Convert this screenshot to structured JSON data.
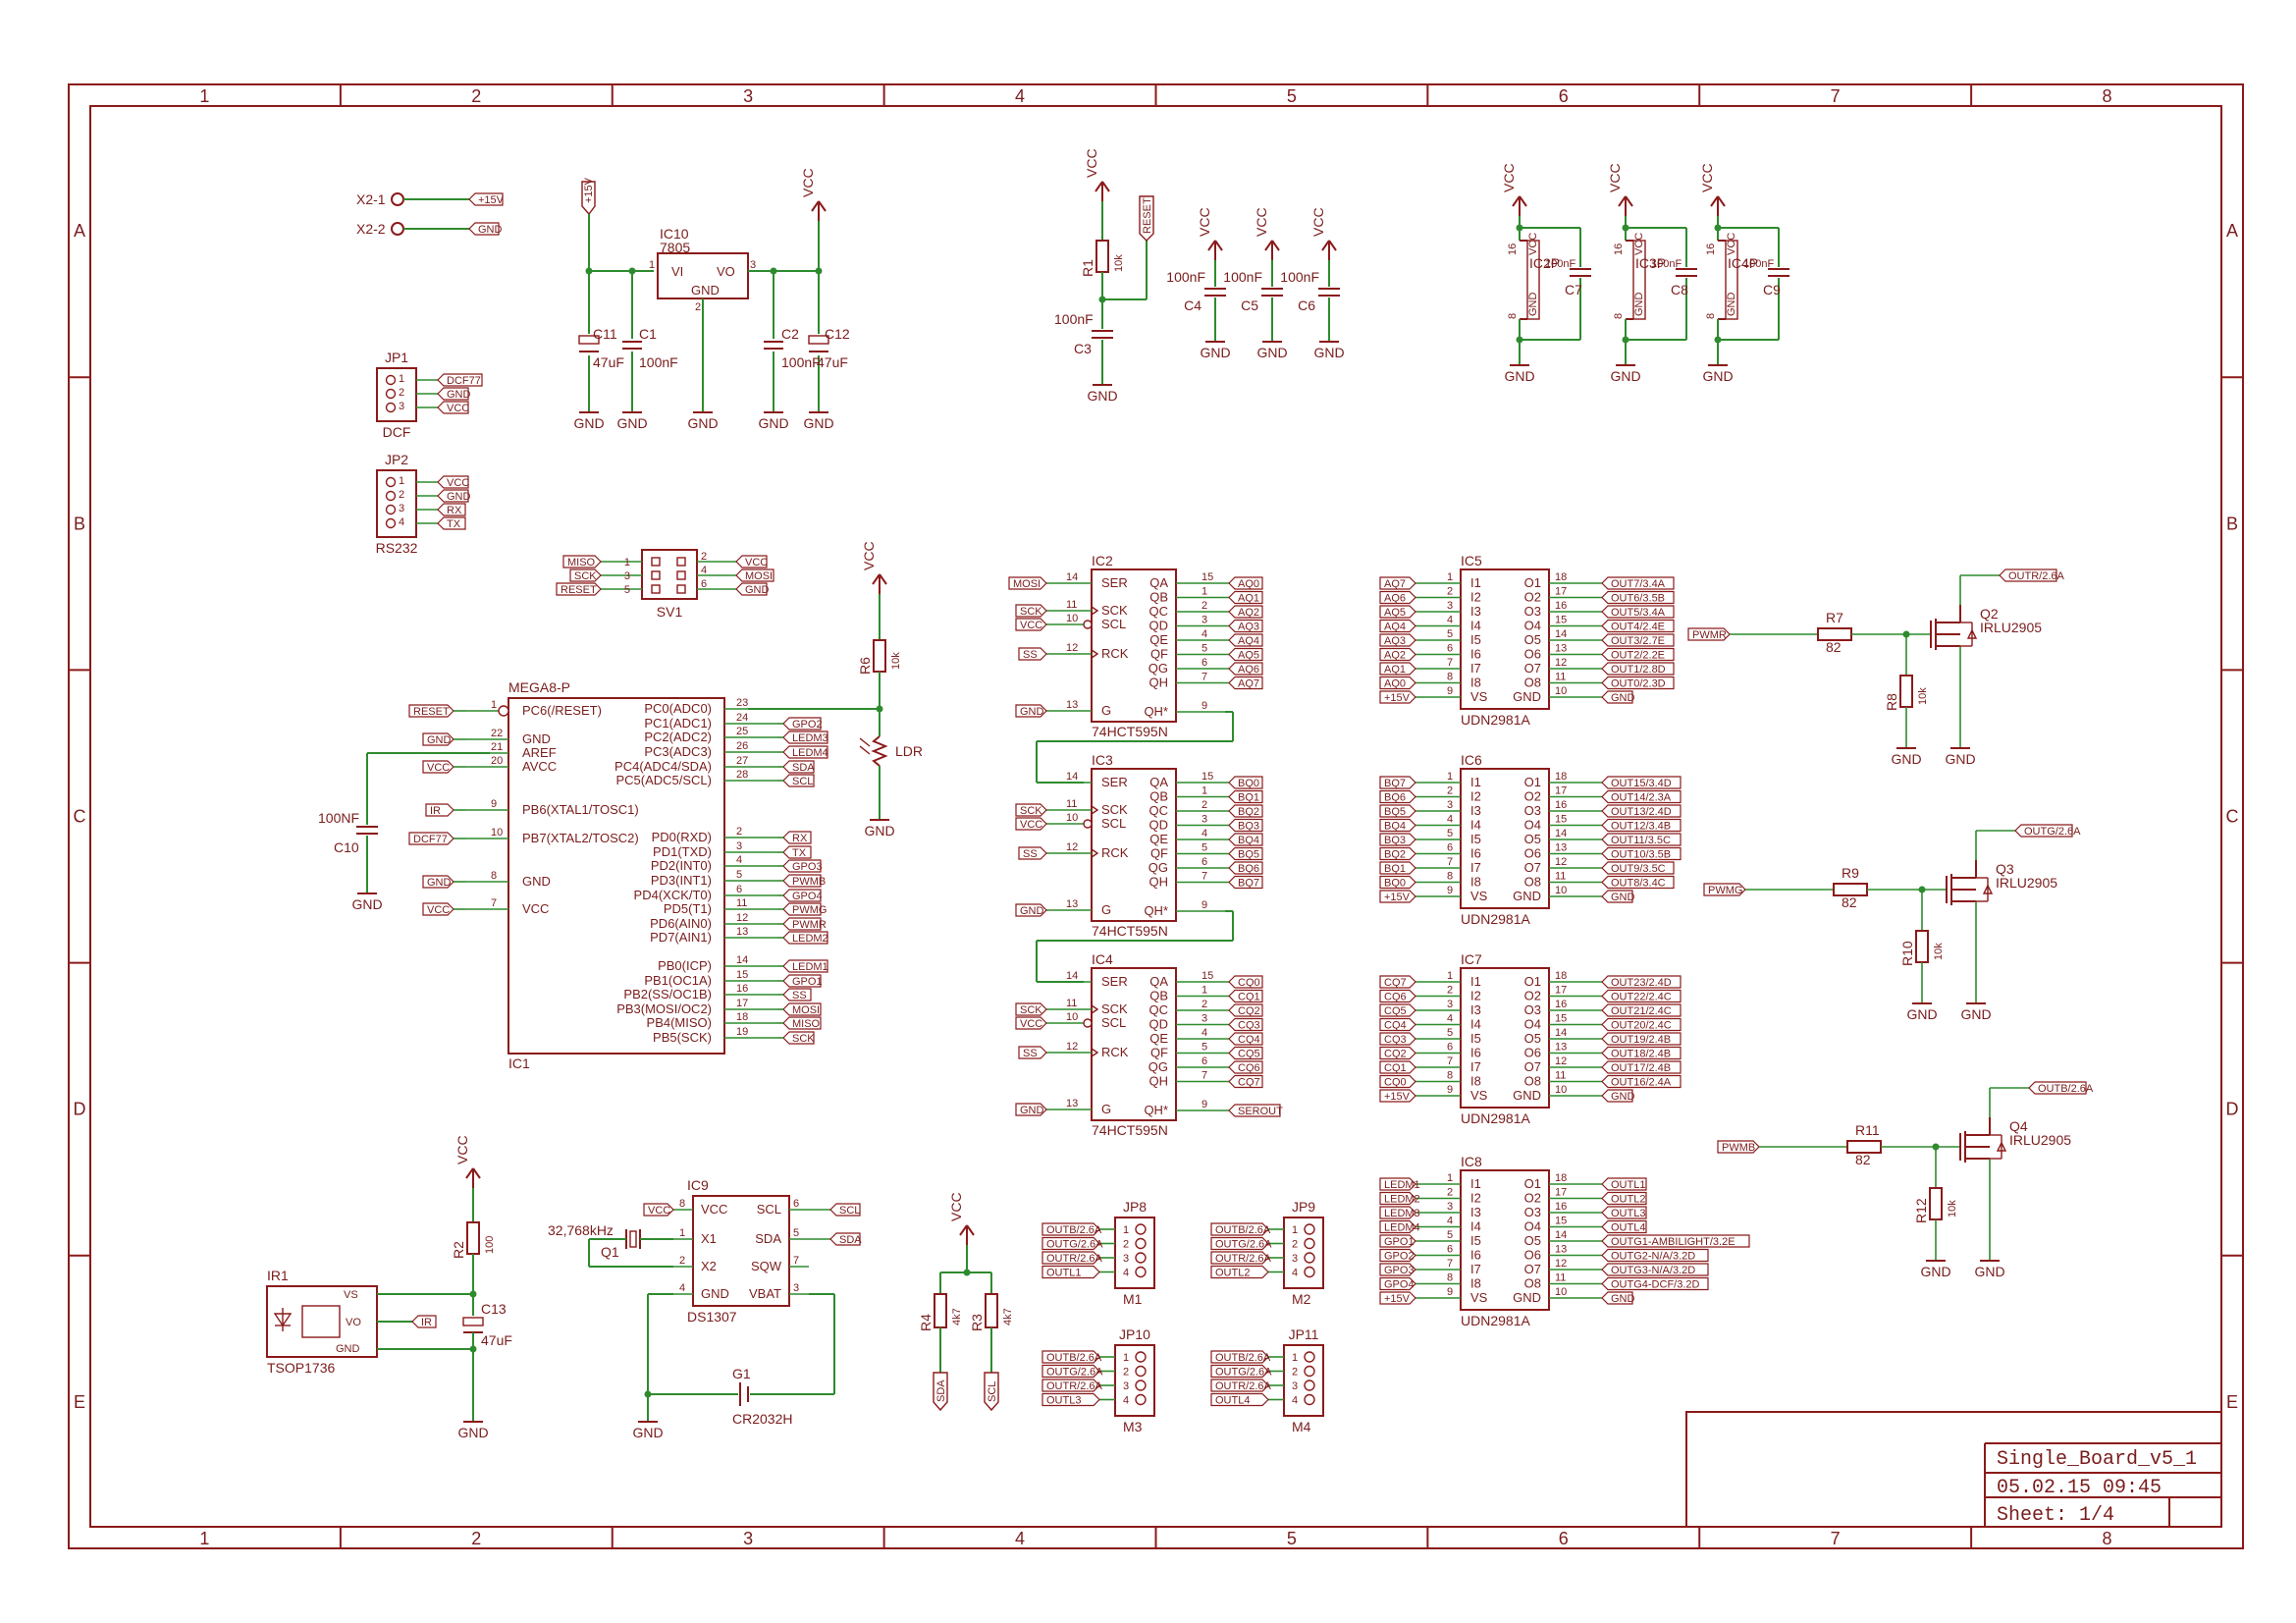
{
  "frame": {
    "columns": [
      "1",
      "2",
      "3",
      "4",
      "5",
      "6",
      "7",
      "8"
    ],
    "rows": [
      "A",
      "B",
      "C",
      "D",
      "E"
    ]
  },
  "title_block": {
    "name": "Single_Board_v5_1",
    "date": "05.02.15 09:45",
    "sheet": "Sheet: 1/4"
  },
  "power": {
    "vcc": "VCC",
    "gnd": "GND",
    "p15": "+15V"
  },
  "connectors": {
    "x2_1": "X2-1",
    "x2_2": "X2-2",
    "jp1": "JP1",
    "jp1_val": "DCF",
    "jp1_nets": [
      "DCF77",
      "GND",
      "VCC"
    ],
    "jp2": "JP2",
    "jp2_val": "RS232",
    "jp2_nets": [
      "VCC",
      "GND",
      "RX",
      "TX"
    ],
    "sv1": "SV1",
    "sv1_left": [
      "MISO",
      "SCK",
      "RESET"
    ],
    "sv1_right": [
      "VCC",
      "MOSI",
      "GND"
    ],
    "pins_123": [
      "1",
      "2",
      "3"
    ],
    "pins_1234": [
      "1",
      "2",
      "3",
      "4"
    ],
    "pins_246": [
      "2",
      "4",
      "6"
    ]
  },
  "regulator": {
    "name": "IC10",
    "value": "7805",
    "vi": "VI",
    "vo": "VO",
    "gnd": "GND",
    "c11": "C11",
    "c11v": "47uF",
    "c1": "C1",
    "c1v": "100nF",
    "c2": "C2",
    "c2v": "100nF",
    "c12": "C12",
    "c12v": "47uF",
    "p1": "1",
    "p2": "2",
    "p3": "3"
  },
  "reset": {
    "r1": "R1",
    "r1v": "10k",
    "c3": "C3",
    "c3v": "100nF",
    "net": "RESET"
  },
  "decoupling": {
    "c4": "C4",
    "c5": "C5",
    "c6": "C6",
    "val": "100nF",
    "ic2p": "IC2P",
    "ic3p": "IC3P",
    "ic4p": "IC4P",
    "c7": "C7",
    "c8": "C8",
    "c9": "C9",
    "p16": "16",
    "p8": "8"
  },
  "mcu": {
    "name": "IC1",
    "value": "MEGA8-P",
    "left_pins": [
      {
        "n": "1",
        "t": "PC6(/RESET)",
        "net": "RESET"
      },
      {
        "n": "22",
        "t": "GND",
        "net": "GND"
      },
      {
        "n": "21",
        "t": "AREF",
        "net": ""
      },
      {
        "n": "20",
        "t": "AVCC",
        "net": "VCC"
      },
      {
        "n": "9",
        "t": "PB6(XTAL1/TOSC1)",
        "net": "IR"
      },
      {
        "n": "10",
        "t": "PB7(XTAL2/TOSC2)",
        "net": "DCF77"
      },
      {
        "n": "8",
        "t": "GND",
        "net": "GND"
      },
      {
        "n": "7",
        "t": "VCC",
        "net": "VCC"
      }
    ],
    "right_pins": [
      {
        "n": "23",
        "t": "PC0(ADC0)",
        "net": ""
      },
      {
        "n": "24",
        "t": "PC1(ADC1)",
        "net": "GPO2"
      },
      {
        "n": "25",
        "t": "PC2(ADC2)",
        "net": "LEDM3"
      },
      {
        "n": "26",
        "t": "PC3(ADC3)",
        "net": "LEDM4"
      },
      {
        "n": "27",
        "t": "PC4(ADC4/SDA)",
        "net": "SDA"
      },
      {
        "n": "28",
        "t": "PC5(ADC5/SCL)",
        "net": "SCL"
      },
      {
        "n": "2",
        "t": "PD0(RXD)",
        "net": "RX"
      },
      {
        "n": "3",
        "t": "PD1(TXD)",
        "net": "TX"
      },
      {
        "n": "4",
        "t": "PD2(INT0)",
        "net": "GPO3"
      },
      {
        "n": "5",
        "t": "PD3(INT1)",
        "net": "PWMB"
      },
      {
        "n": "6",
        "t": "PD4(XCK/T0)",
        "net": "GPO4"
      },
      {
        "n": "11",
        "t": "PD5(T1)",
        "net": "PWMG"
      },
      {
        "n": "12",
        "t": "PD6(AIN0)",
        "net": "PWMR"
      },
      {
        "n": "13",
        "t": "PD7(AIN1)",
        "net": "LEDM2"
      },
      {
        "n": "14",
        "t": "PB0(ICP)",
        "net": "LEDM1"
      },
      {
        "n": "15",
        "t": "PB1(OC1A)",
        "net": "GPO1"
      },
      {
        "n": "16",
        "t": "PB2(SS/OC1B)",
        "net": "SS"
      },
      {
        "n": "17",
        "t": "PB3(MOSI/OC2)",
        "net": "MOSI"
      },
      {
        "n": "18",
        "t": "PB4(MISO)",
        "net": "MISO"
      },
      {
        "n": "19",
        "t": "PB5(SCK)",
        "net": "SCK"
      }
    ],
    "c10": "C10",
    "c10v": "100NF"
  },
  "ldr": {
    "r6": "R6",
    "r6v": "10k",
    "name": "LDR"
  },
  "shift_regs": [
    {
      "name": "IC2",
      "value": "74HCT595N",
      "ser": "MOSI",
      "outs": [
        "AQ0",
        "AQ1",
        "AQ2",
        "AQ3",
        "AQ4",
        "AQ5",
        "AQ6",
        "AQ7"
      ],
      "qh": ""
    },
    {
      "name": "IC3",
      "value": "74HCT595N",
      "ser": "",
      "outs": [
        "BQ0",
        "BQ1",
        "BQ2",
        "BQ3",
        "BQ4",
        "BQ5",
        "BQ6",
        "BQ7"
      ],
      "qh": ""
    },
    {
      "name": "IC4",
      "value": "74HCT595N",
      "ser": "",
      "outs": [
        "CQ0",
        "CQ1",
        "CQ2",
        "CQ3",
        "CQ4",
        "CQ5",
        "CQ6",
        "CQ7"
      ],
      "qh": "SEROUT"
    }
  ],
  "sr_pins": {
    "left": [
      {
        "n": "14",
        "t": "SER"
      },
      {
        "n": "11",
        "t": "SCK"
      },
      {
        "n": "10",
        "t": "SCL"
      },
      {
        "n": "12",
        "t": "RCK"
      },
      {
        "n": "13",
        "t": "G"
      }
    ],
    "right_t": [
      "QA",
      "QB",
      "QC",
      "QD",
      "QE",
      "QF",
      "QG",
      "QH"
    ],
    "right_n": [
      "15",
      "1",
      "2",
      "3",
      "4",
      "5",
      "6",
      "7"
    ],
    "qh_t": "QH*",
    "qh_n": "9",
    "nets": {
      "sck": "SCK",
      "vcc": "VCC",
      "ss": "SS",
      "gnd": "GND"
    }
  },
  "drivers": [
    {
      "name": "IC5",
      "value": "UDN2981A",
      "ins": [
        "AQ7",
        "AQ6",
        "AQ5",
        "AQ4",
        "AQ3",
        "AQ2",
        "AQ1",
        "AQ0",
        "+15V"
      ],
      "outs": [
        "OUT7/3.4A",
        "OUT6/3.5B",
        "OUT5/3.4A",
        "OUT4/2.4E",
        "OUT3/2.7E",
        "OUT2/2.2E",
        "OUT1/2.8D",
        "OUT0/2.3D",
        "GND"
      ]
    },
    {
      "name": "IC6",
      "value": "UDN2981A",
      "ins": [
        "BQ7",
        "BQ6",
        "BQ5",
        "BQ4",
        "BQ3",
        "BQ2",
        "BQ1",
        "BQ0",
        "+15V"
      ],
      "outs": [
        "OUT15/3.4D",
        "OUT14/2.3A",
        "OUT13/2.4D",
        "OUT12/3.4B",
        "OUT11/3.5C",
        "OUT10/3.5B",
        "OUT9/3.5C",
        "OUT8/3.4C",
        "GND"
      ]
    },
    {
      "name": "IC7",
      "value": "UDN2981A",
      "ins": [
        "CQ7",
        "CQ6",
        "CQ5",
        "CQ4",
        "CQ3",
        "CQ2",
        "CQ1",
        "CQ0",
        "+15V"
      ],
      "outs": [
        "OUT23/2.4D",
        "OUT22/2.4C",
        "OUT21/2.4C",
        "OUT20/2.4C",
        "OUT19/2.4B",
        "OUT18/2.4B",
        "OUT17/2.4B",
        "OUT16/2.4A",
        "GND"
      ]
    },
    {
      "name": "IC8",
      "value": "UDN2981A",
      "ins": [
        "LEDM1",
        "LEDM2",
        "LEDM3",
        "LEDM4",
        "GPO1",
        "GPO2",
        "GPO3",
        "GPO4",
        "+15V"
      ],
      "outs": [
        "OUTL1",
        "OUTL2",
        "OUTL3",
        "OUTL4",
        "OUTG1-AMBILIGHT/3.2E",
        "OUTG2-N/A/3.2D",
        "OUTG3-N/A/3.2D",
        "OUTG4-DCF/3.2D",
        "GND"
      ]
    }
  ],
  "drv_pins": {
    "left_t": [
      "I1",
      "I2",
      "I3",
      "I4",
      "I5",
      "I6",
      "I7",
      "I8",
      "VS"
    ],
    "left_n": [
      "1",
      "2",
      "3",
      "4",
      "5",
      "6",
      "7",
      "8",
      "9"
    ],
    "right_t": [
      "O1",
      "O2",
      "O3",
      "O4",
      "O5",
      "O6",
      "O7",
      "O8",
      "GND"
    ],
    "right_n": [
      "18",
      "17",
      "16",
      "15",
      "14",
      "13",
      "12",
      "11",
      "10"
    ]
  },
  "mosfets": [
    {
      "q": "Q2",
      "val": "IRLU2905",
      "rg": "R7",
      "rgv": "82",
      "rp": "R8",
      "rpv": "10k",
      "in": "PWMR",
      "out": "OUTR/2.6A"
    },
    {
      "q": "Q3",
      "val": "IRLU2905",
      "rg": "R9",
      "rgv": "82",
      "rp": "R10",
      "rpv": "10k",
      "in": "PWMG",
      "out": "OUTG/2.6A"
    },
    {
      "q": "Q4",
      "val": "IRLU2905",
      "rg": "R11",
      "rgv": "82",
      "rp": "R12",
      "rpv": "10k",
      "in": "PWMB",
      "out": "OUTB/2.6A"
    }
  ],
  "ir": {
    "name": "IR1",
    "value": "TSOP1736",
    "vs": "VS",
    "vo": "VO",
    "gnd": "GND",
    "net": "IR",
    "r2": "R2",
    "r2v": "100",
    "c13": "C13",
    "c13v": "47uF"
  },
  "rtc": {
    "name": "IC9",
    "value": "DS1307",
    "pins": {
      "vcc": "VCC",
      "x1": "X1",
      "x2": "X2",
      "gnd": "GND",
      "scl": "SCL",
      "sda": "SDA",
      "sqw": "SQW",
      "vbat": "VBAT"
    },
    "nums": {
      "vcc": "8",
      "x1": "1",
      "x2": "2",
      "gnd": "4",
      "scl": "6",
      "sda": "5",
      "sqw": "7",
      "vbat": "3"
    },
    "xtal": "32,768kHz",
    "q1": "Q1",
    "bat": "G1",
    "batv": "CR2032H",
    "sda": "SDA",
    "scl": "SCL"
  },
  "i2c_pullups": {
    "r4": "R4",
    "r4v": "4k7",
    "r3": "R3",
    "r3v": "4k7",
    "sda": "SDA",
    "scl": "SCL"
  },
  "modules": [
    {
      "jp": "JP8",
      "m": "M1",
      "nets": [
        "OUTB/2.6A",
        "OUTG/2.6A",
        "OUTR/2.6A",
        "OUTL1"
      ]
    },
    {
      "jp": "JP9",
      "m": "M2",
      "nets": [
        "OUTB/2.6A",
        "OUTG/2.6A",
        "OUTR/2.6A",
        "OUTL2"
      ]
    },
    {
      "jp": "JP10",
      "m": "M3",
      "nets": [
        "OUTB/2.6A",
        "OUTG/2.6A",
        "OUTR/2.6A",
        "OUTL3"
      ]
    },
    {
      "jp": "JP11",
      "m": "M4",
      "nets": [
        "OUTB/2.6A",
        "OUTG/2.6A",
        "OUTR/2.6A",
        "OUTL4"
      ]
    }
  ]
}
